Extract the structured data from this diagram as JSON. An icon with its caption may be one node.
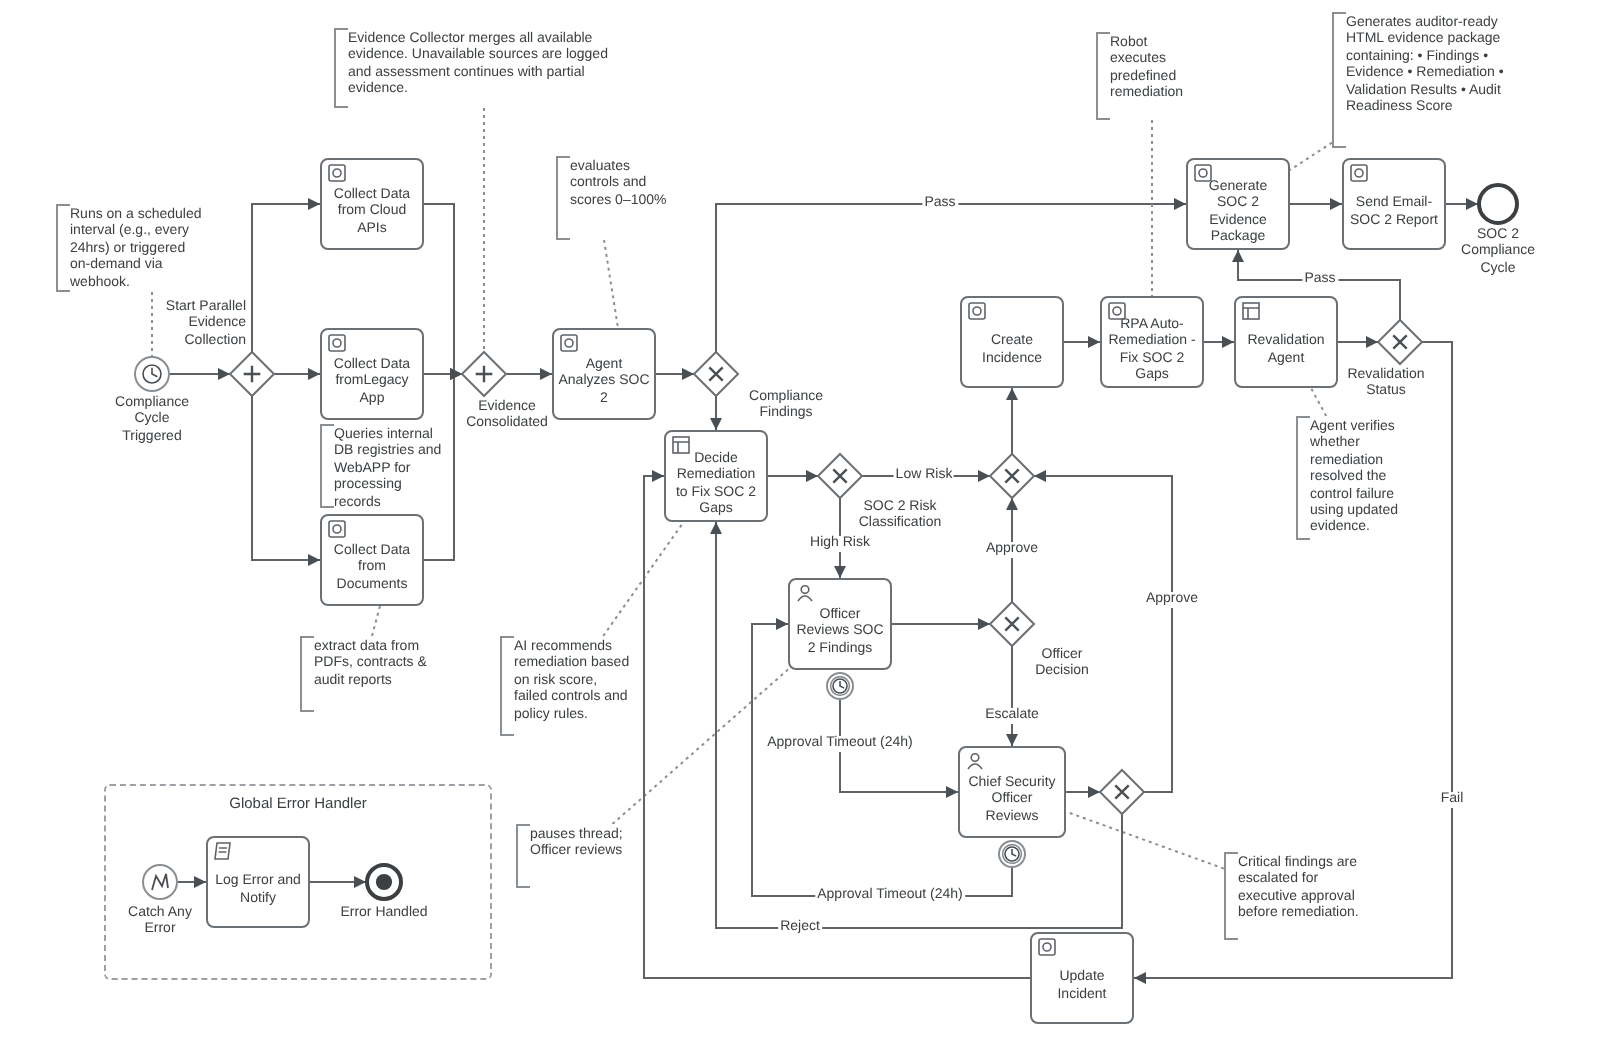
{
  "diagram": {
    "nodes": [
      {
        "text": [
          "Runs on a scheduled interval (e.g., every 24hrs) or triggered on-demand via webhook."
        ]
      },
      {
        "text": [
          "Compliance Cycle Triggered"
        ]
      },
      {
        "text": [
          "Start Parallel Evidence Collection"
        ]
      },
      {
        "text": [
          "Collect Data from Cloud APIs"
        ]
      },
      {
        "text": [
          "Collect Data fromLegacy App"
        ]
      },
      {
        "text": [
          "Collect Data from Documents"
        ]
      },
      {
        "text": [
          "Queries internal DB registries and WebAPP for processing records"
        ]
      },
      {
        "text": [
          "extract data from PDFs, contracts & audit reports"
        ]
      },
      {
        "text": [
          "Evidence Collector merges all available evidence. Unavailable sources are logged and assessment continues with partial evidence."
        ]
      },
      {
        "text": [
          "Evidence Consolidated"
        ]
      },
      {
        "text": [
          "evaluates controls and scores 0–100%"
        ]
      },
      {
        "text": [
          "Agent Analyzes SOC 2"
        ]
      },
      {
        "text": [
          "Compliance Findings"
        ]
      },
      {
        "text": [
          "Decide Remediation to Fix SOC 2 Gaps"
        ]
      },
      {
        "text": [
          "AI recommends remediation based on risk score, failed controls and policy rules."
        ]
      },
      {
        "text": [
          "SOC 2 Risk Classification"
        ]
      },
      {
        "text": [
          "Officer Reviews SOC 2 Findings"
        ]
      },
      {
        "text": [],
        "shape": "circle"
      },
      {
        "text": [
          "Officer Decision"
        ]
      },
      {
        "text": [
          "Chief Security Officer Reviews"
        ]
      },
      {
        "text": [],
        "shape": "circle"
      },
      {
        "text": [],
        "shape": "diamond"
      },
      {
        "text": [
          "pauses thread; Officer reviews"
        ]
      },
      {
        "text": [
          "Critical findings are escalated for executive approval before remediation."
        ]
      },
      {
        "text": [],
        "shape": "diamond"
      },
      {
        "text": [
          "Create Incidence"
        ]
      },
      {
        "text": [
          "Robot executes predefined remediation"
        ]
      },
      {
        "text": [
          "RPA Auto-Remediation - Fix SOC 2 Gaps"
        ]
      },
      {
        "text": [
          "Revalidation Agent"
        ]
      },
      {
        "text": [
          "Agent verifies whether remediation resolved the control failure using updated evidence."
        ]
      },
      {
        "text": [
          "Revalidation Status"
        ]
      },
      {
        "text": [
          "Generates auditor-ready HTML evidence package containing: • Findings • Evidence • Remediation • Validation Results • Audit Readiness Score"
        ]
      },
      {
        "text": [
          "Generate SOC 2 Evidence Package"
        ]
      },
      {
        "text": [
          "Send Email-SOC 2 Report"
        ]
      },
      {
        "text": [
          "SOC 2 Compliance Cycle"
        ]
      },
      {
        "text": [
          "Update Incident"
        ]
      },
      {
        "text": [
          "Global Error Handler"
        ]
      },
      {
        "text": [
          "Catch Any Error"
        ],
        "in": 36
      },
      {
        "text": [
          "Log Error and Notify"
        ],
        "in": 36
      },
      {
        "text": [
          "Error Handled"
        ],
        "in": 36
      }
    ],
    "edges": [
      {
        "from": 0,
        "to": 1,
        "arrow": "none",
        "style": "dashed"
      },
      {
        "from": 1,
        "to": 2,
        "arrow": "to"
      },
      {
        "from": 2,
        "to": 3,
        "arrow": "to"
      },
      {
        "from": 2,
        "to": 4,
        "arrow": "to"
      },
      {
        "from": 2,
        "to": 5,
        "arrow": "to"
      },
      {
        "from": 3,
        "to": 9,
        "arrow": "to"
      },
      {
        "from": 4,
        "to": 9,
        "arrow": "to"
      },
      {
        "from": 5,
        "to": 9,
        "arrow": "to"
      },
      {
        "from": 7,
        "to": 5,
        "arrow": "none",
        "style": "dashed"
      },
      {
        "from": 8,
        "to": 9,
        "arrow": "none",
        "style": "dashed"
      },
      {
        "from": 9,
        "to": 11,
        "arrow": "to"
      },
      {
        "from": 10,
        "to": 11,
        "arrow": "none",
        "style": "dashed"
      },
      {
        "from": 11,
        "to": 12,
        "arrow": "to"
      },
      {
        "from": 12,
        "to": 32,
        "label": "Pass",
        "arrow": "to"
      },
      {
        "from": 12,
        "to": 13,
        "arrow": "to"
      },
      {
        "from": 14,
        "to": 13,
        "arrow": "none",
        "style": "dashed"
      },
      {
        "from": 13,
        "to": 15,
        "arrow": "to"
      },
      {
        "from": 15,
        "to": 24,
        "label": "Low Risk",
        "arrow": "to"
      },
      {
        "from": 15,
        "to": 16,
        "label": "High Risk",
        "arrow": "to"
      },
      {
        "from": 16,
        "to": 18,
        "arrow": "to"
      },
      {
        "from": 18,
        "to": 24,
        "label": "Approve",
        "arrow": "to"
      },
      {
        "from": 18,
        "to": 19,
        "label": "Escalate",
        "arrow": "to"
      },
      {
        "from": 17,
        "to": 19,
        "label": "Approval Timeout (24h)",
        "arrow": "to"
      },
      {
        "from": 20,
        "to": 16,
        "label": "Approval Timeout (24h)",
        "arrow": "to"
      },
      {
        "from": 22,
        "to": 16,
        "arrow": "none",
        "style": "dashed"
      },
      {
        "from": 19,
        "to": 21,
        "arrow": "to"
      },
      {
        "from": 23,
        "to": 19,
        "arrow": "none",
        "style": "dashed"
      },
      {
        "from": 21,
        "to": 24,
        "label": "Approve",
        "arrow": "to"
      },
      {
        "from": 21,
        "to": 13,
        "label": "Reject",
        "arrow": "to"
      },
      {
        "from": 24,
        "to": 25,
        "arrow": "to"
      },
      {
        "from": 25,
        "to": 27,
        "arrow": "to"
      },
      {
        "from": 26,
        "to": 27,
        "arrow": "none",
        "style": "dashed"
      },
      {
        "from": 27,
        "to": 28,
        "arrow": "to"
      },
      {
        "from": 29,
        "to": 28,
        "arrow": "none",
        "style": "dashed"
      },
      {
        "from": 28,
        "to": 30,
        "arrow": "to"
      },
      {
        "from": 30,
        "to": 32,
        "label": "Pass",
        "arrow": "to"
      },
      {
        "from": 30,
        "to": 35,
        "label": "Fail",
        "arrow": "to"
      },
      {
        "from": 35,
        "to": 13,
        "arrow": "to"
      },
      {
        "from": 31,
        "to": 32,
        "arrow": "none",
        "style": "dashed"
      },
      {
        "from": 32,
        "to": 33,
        "arrow": "to"
      },
      {
        "from": 33,
        "to": 34,
        "arrow": "to"
      },
      {
        "from": 37,
        "to": 38,
        "arrow": "to"
      },
      {
        "from": 38,
        "to": 39,
        "arrow": "to"
      }
    ]
  }
}
